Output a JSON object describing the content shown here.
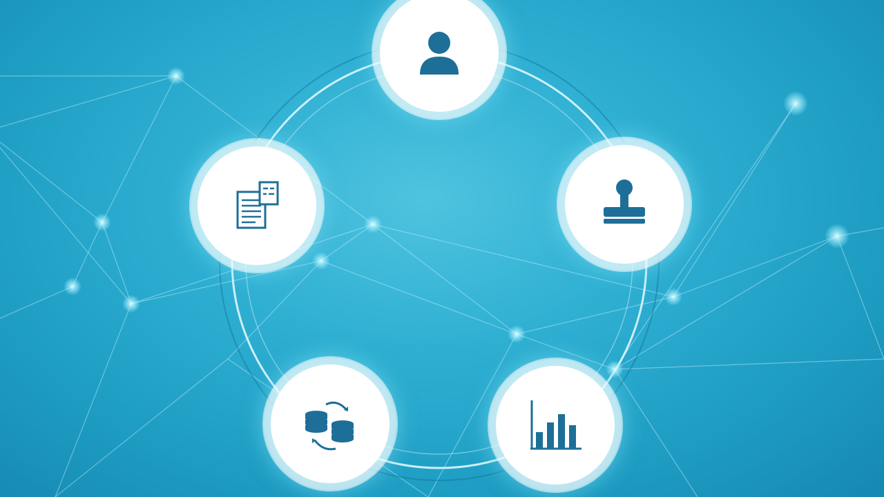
{
  "diagram": {
    "colors": {
      "icon": "#1d6f98",
      "background": "#2fb0d3",
      "node_fill": "#ffffff",
      "network_line": "#c8f2ff"
    },
    "nodes": [
      {
        "id": "person",
        "icon": "person-icon"
      },
      {
        "id": "stamp",
        "icon": "stamp-icon"
      },
      {
        "id": "chart",
        "icon": "bar-chart-icon"
      },
      {
        "id": "exchange",
        "icon": "data-exchange-icon"
      },
      {
        "id": "documents",
        "icon": "documents-icon"
      }
    ]
  }
}
